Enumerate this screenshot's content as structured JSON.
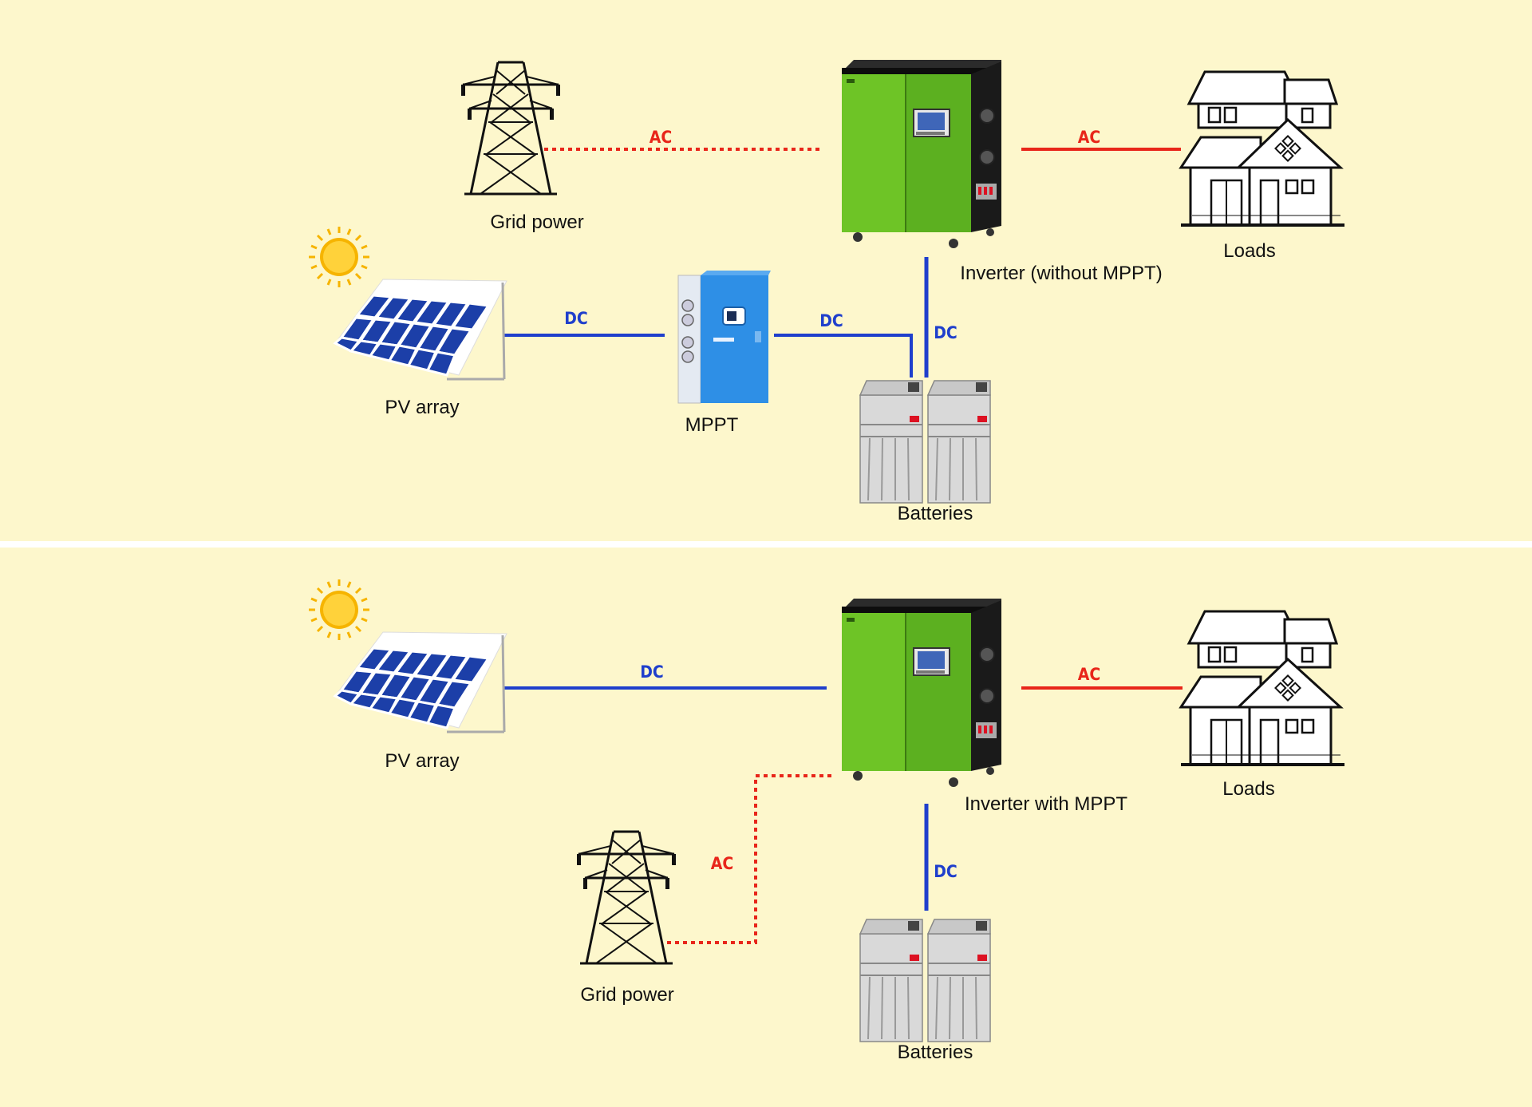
{
  "colors": {
    "background": "#fdf7cc",
    "separator": "#ffffff",
    "ac": "#e8261a",
    "dc": "#1f3fcc",
    "inverter_green": "#6ec426",
    "inverter_black": "#1a1a1a",
    "mppt_blue": "#2e8fe6",
    "panel_blue": "#1c3fa8",
    "sun": "#f6b400"
  },
  "top": {
    "grid_label": "Grid power",
    "pv_label": "PV  array",
    "mppt_label": "MPPT",
    "inverter_label": "Inverter (without MPPT)",
    "loads_label": "Loads",
    "batteries_label": "Batteries",
    "wire_grid_inverter": "AC",
    "wire_inverter_loads": "AC",
    "wire_pv_mppt": "DC",
    "wire_mppt_battery": "DC",
    "wire_inverter_battery": "DC"
  },
  "bottom": {
    "pv_label": "PV  array",
    "inverter_label": "Inverter with MPPT",
    "loads_label": "Loads",
    "grid_label": "Grid power",
    "batteries_label": "Batteries",
    "wire_pv_inverter": "DC",
    "wire_inverter_loads": "AC",
    "wire_grid_inverter": "AC",
    "wire_inverter_battery": "DC"
  }
}
